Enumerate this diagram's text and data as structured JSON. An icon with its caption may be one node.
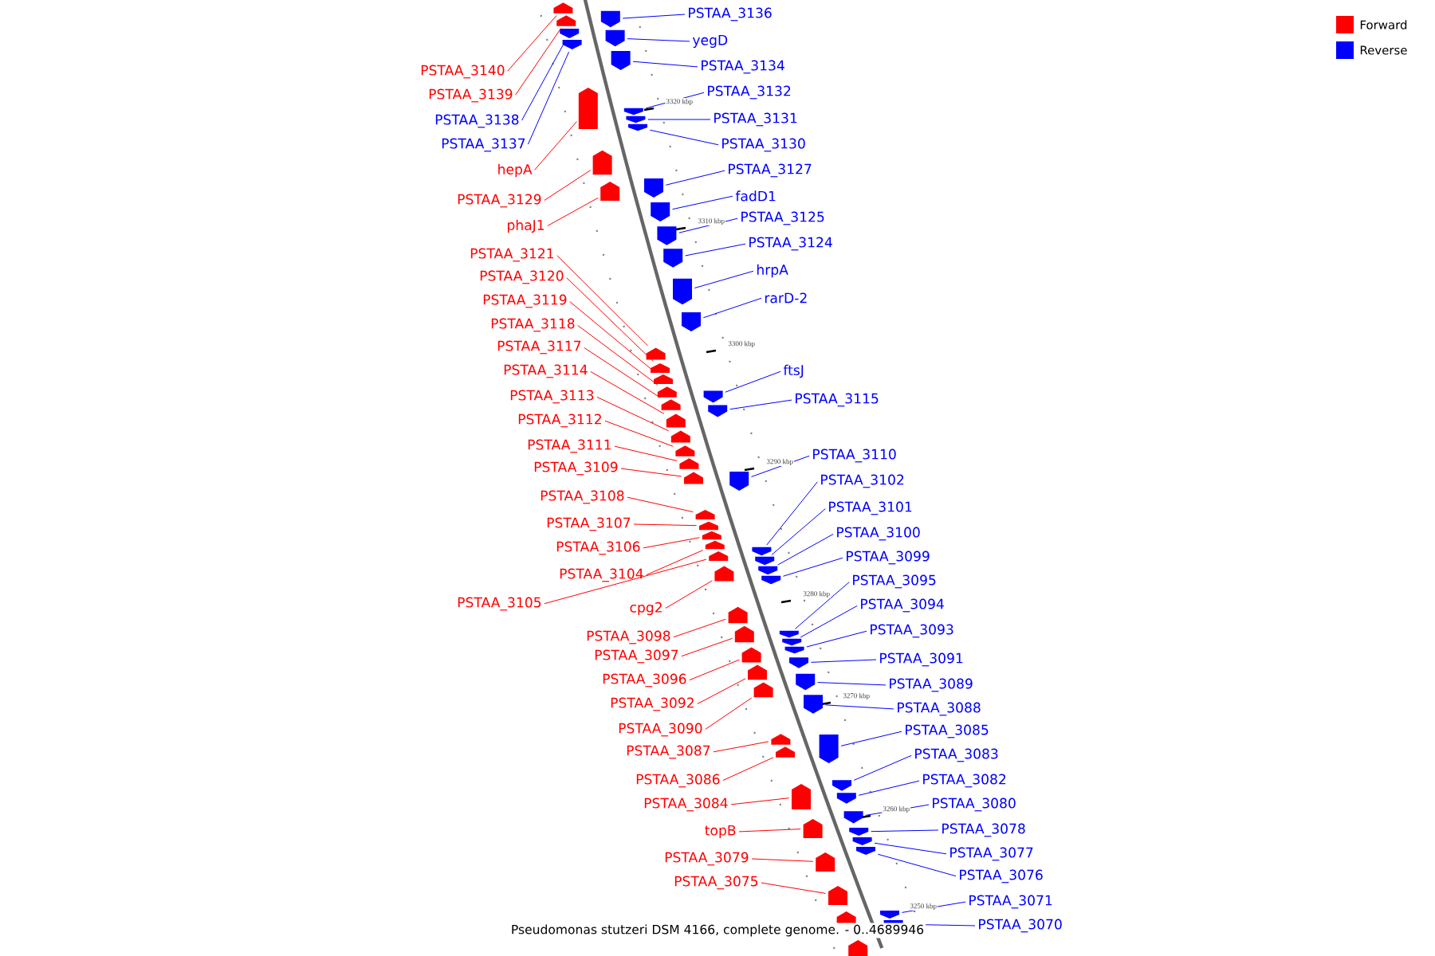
{
  "diagram": {
    "caption": "Pseudomonas stutzeri DSM 4166, complete genome. - 0..4689946",
    "nodes": [
      {
        "text": [
          "PSTAA_3140"
        ]
      },
      {
        "text": [
          "PSTAA_3139"
        ]
      },
      {
        "text": [
          "PSTAA_3138"
        ]
      },
      {
        "text": [
          "PSTAA_3137"
        ]
      },
      {
        "text": [
          "hepA"
        ]
      },
      {
        "text": [
          "PSTAA_3129"
        ]
      },
      {
        "text": [
          "phaJ1"
        ]
      },
      {
        "text": [
          "PSTAA_3121"
        ]
      },
      {
        "text": [
          "PSTAA_3120"
        ]
      },
      {
        "text": [
          "PSTAA_3119"
        ]
      },
      {
        "text": [
          "PSTAA_3118"
        ]
      },
      {
        "text": [
          "PSTAA_3117"
        ]
      },
      {
        "text": [
          "PSTAA_3114"
        ]
      },
      {
        "text": [
          "PSTAA_3113"
        ]
      },
      {
        "text": [
          "PSTAA_3112"
        ]
      },
      {
        "text": [
          "PSTAA_3111"
        ]
      },
      {
        "text": [
          "PSTAA_3109"
        ]
      },
      {
        "text": [
          "PSTAA_3108"
        ]
      },
      {
        "text": [
          "PSTAA_3107"
        ]
      },
      {
        "text": [
          "PSTAA_3106"
        ]
      },
      {
        "text": [
          "PSTAA_3104"
        ]
      },
      {
        "text": [
          "PSTAA_3105"
        ]
      },
      {
        "text": [
          "cpg2"
        ]
      },
      {
        "text": [
          "PSTAA_3098"
        ]
      },
      {
        "text": [
          "PSTAA_3097"
        ]
      },
      {
        "text": [
          "PSTAA_3096"
        ]
      },
      {
        "text": [
          "PSTAA_3092"
        ]
      },
      {
        "text": [
          "PSTAA_3090"
        ]
      },
      {
        "text": [
          "PSTAA_3087"
        ]
      },
      {
        "text": [
          "PSTAA_3086"
        ]
      },
      {
        "text": [
          "PSTAA_3084"
        ]
      },
      {
        "text": [
          "topB"
        ]
      },
      {
        "text": [
          "PSTAA_3079"
        ]
      },
      {
        "text": [
          "PSTAA_3075"
        ]
      },
      {
        "text": [
          "PSTAA_3136"
        ]
      },
      {
        "text": [
          "yegD"
        ]
      },
      {
        "text": [
          "PSTAA_3134"
        ]
      },
      {
        "text": [
          "PSTAA_3132"
        ]
      },
      {
        "text": [
          "PSTAA_3131"
        ]
      },
      {
        "text": [
          "PSTAA_3130"
        ]
      },
      {
        "text": [
          "PSTAA_3127"
        ]
      },
      {
        "text": [
          "fadD1"
        ]
      },
      {
        "text": [
          "PSTAA_3125"
        ]
      },
      {
        "text": [
          "PSTAA_3124"
        ]
      },
      {
        "text": [
          "hrpA"
        ]
      },
      {
        "text": [
          "rarD-2"
        ]
      },
      {
        "text": [
          "ftsJ"
        ]
      },
      {
        "text": [
          "PSTAA_3115"
        ]
      },
      {
        "text": [
          "PSTAA_3110"
        ]
      },
      {
        "text": [
          "PSTAA_3102"
        ]
      },
      {
        "text": [
          "PSTAA_3101"
        ]
      },
      {
        "text": [
          "PSTAA_3100"
        ]
      },
      {
        "text": [
          "PSTAA_3099"
        ]
      },
      {
        "text": [
          "PSTAA_3095"
        ]
      },
      {
        "text": [
          "PSTAA_3094"
        ]
      },
      {
        "text": [
          "PSTAA_3093"
        ]
      },
      {
        "text": [
          "PSTAA_3091"
        ]
      },
      {
        "text": [
          "PSTAA_3089"
        ]
      },
      {
        "text": [
          "PSTAA_3088"
        ]
      },
      {
        "text": [
          "PSTAA_3085"
        ]
      },
      {
        "text": [
          "PSTAA_3083"
        ]
      },
      {
        "text": [
          "PSTAA_3082"
        ]
      },
      {
        "text": [
          "PSTAA_3080"
        ]
      },
      {
        "text": [
          "PSTAA_3078"
        ]
      },
      {
        "text": [
          "PSTAA_3077"
        ]
      },
      {
        "text": [
          "PSTAA_3076"
        ]
      },
      {
        "text": [
          "PSTAA_3071"
        ]
      },
      {
        "text": [
          "PSTAA_3070"
        ]
      },
      {
        "text": [],
        "shape": "box"
      },
      {
        "text": [],
        "shape": "box"
      },
      {
        "text": [],
        "shape": "box"
      },
      {
        "text": [],
        "shape": "box"
      },
      {
        "text": [],
        "shape": "box"
      },
      {
        "text": [],
        "shape": "box"
      },
      {
        "text": [],
        "shape": "box"
      },
      {
        "text": [],
        "shape": "box"
      },
      {
        "text": [],
        "shape": "box"
      },
      {
        "text": [],
        "shape": "box"
      },
      {
        "text": [],
        "shape": "box"
      },
      {
        "text": [],
        "shape": "box"
      },
      {
        "text": [],
        "shape": "box"
      },
      {
        "text": [],
        "shape": "box"
      },
      {
        "text": [],
        "shape": "box"
      },
      {
        "text": [],
        "shape": "box"
      },
      {
        "text": [],
        "shape": "box"
      },
      {
        "text": [],
        "shape": "box"
      },
      {
        "text": [],
        "shape": "box"
      },
      {
        "text": [],
        "shape": "box"
      },
      {
        "text": [],
        "shape": "box"
      },
      {
        "text": [],
        "shape": "box"
      },
      {
        "text": [],
        "shape": "box"
      },
      {
        "text": [],
        "shape": "box"
      },
      {
        "text": [],
        "shape": "box"
      },
      {
        "text": [],
        "shape": "box"
      },
      {
        "text": [],
        "shape": "box"
      },
      {
        "text": [],
        "shape": "box"
      },
      {
        "text": [],
        "shape": "box"
      },
      {
        "text": [],
        "shape": "box"
      },
      {
        "text": [],
        "shape": "box"
      },
      {
        "text": [],
        "shape": "box"
      },
      {
        "text": [],
        "shape": "box"
      },
      {
        "text": [],
        "shape": "box"
      },
      {
        "text": [],
        "shape": "box"
      },
      {
        "text": [],
        "shape": "box"
      },
      {
        "text": [],
        "shape": "box"
      },
      {
        "text": [],
        "shape": "box"
      },
      {
        "text": [],
        "shape": "box"
      },
      {
        "text": [],
        "shape": "box"
      },
      {
        "text": [],
        "shape": "box"
      },
      {
        "text": [],
        "shape": "box"
      },
      {
        "text": [],
        "shape": "box"
      },
      {
        "text": [],
        "shape": "box"
      },
      {
        "text": [],
        "shape": "box"
      },
      {
        "text": [],
        "shape": "box"
      },
      {
        "text": [],
        "shape": "box"
      },
      {
        "text": [],
        "shape": "box"
      },
      {
        "text": [],
        "shape": "box"
      },
      {
        "text": [],
        "shape": "box"
      },
      {
        "text": [],
        "shape": "box"
      },
      {
        "text": [],
        "shape": "box"
      },
      {
        "text": [],
        "shape": "box"
      },
      {
        "text": [],
        "shape": "box"
      },
      {
        "text": [],
        "shape": "box"
      },
      {
        "text": [],
        "shape": "box"
      },
      {
        "text": [],
        "shape": "box"
      },
      {
        "text": [],
        "shape": "box"
      },
      {
        "text": [],
        "shape": "box"
      },
      {
        "text": [],
        "shape": "box"
      },
      {
        "text": [],
        "shape": "box"
      },
      {
        "text": [],
        "shape": "box"
      },
      {
        "text": [],
        "shape": "box"
      },
      {
        "text": [],
        "shape": "box"
      },
      {
        "text": [],
        "shape": "box"
      },
      {
        "text": [],
        "shape": "box"
      },
      {
        "text": [],
        "shape": "box"
      },
      {
        "text": [],
        "shape": "box"
      },
      {
        "text": [],
        "shape": "box"
      },
      {
        "text": [],
        "shape": "box"
      }
    ],
    "edges": [
      {
        "from": 0,
        "to": 68,
        "arrow": "none",
        "color": "#ff0000"
      },
      {
        "from": 1,
        "to": 69,
        "arrow": "none",
        "color": "#ff0000"
      },
      {
        "from": 2,
        "to": 70,
        "arrow": "none"
      },
      {
        "from": 3,
        "to": 71,
        "arrow": "none"
      },
      {
        "from": 4,
        "to": 72,
        "arrow": "none",
        "color": "#ff0000"
      },
      {
        "from": 5,
        "to": 73,
        "arrow": "none",
        "color": "#ff0000"
      },
      {
        "from": 6,
        "to": 74,
        "arrow": "none",
        "color": "#ff0000"
      },
      {
        "from": 7,
        "to": 75,
        "arrow": "none",
        "color": "#ff0000"
      },
      {
        "from": 8,
        "to": 76,
        "arrow": "none",
        "color": "#ff0000"
      },
      {
        "from": 9,
        "to": 77,
        "arrow": "none",
        "color": "#ff0000"
      },
      {
        "from": 10,
        "to": 78,
        "arrow": "none",
        "color": "#ff0000"
      },
      {
        "from": 11,
        "to": 79,
        "arrow": "none",
        "color": "#ff0000"
      },
      {
        "from": 12,
        "to": 80,
        "arrow": "none",
        "color": "#ff0000"
      },
      {
        "from": 13,
        "to": 81,
        "arrow": "none",
        "color": "#ff0000"
      },
      {
        "from": 14,
        "to": 82,
        "arrow": "none",
        "color": "#ff0000"
      },
      {
        "from": 15,
        "to": 83,
        "arrow": "none",
        "color": "#ff0000"
      },
      {
        "from": 16,
        "to": 84,
        "arrow": "none",
        "color": "#ff0000"
      },
      {
        "from": 17,
        "to": 85,
        "arrow": "none",
        "color": "#ff0000"
      },
      {
        "from": 18,
        "to": 86,
        "arrow": "none",
        "color": "#ff0000"
      },
      {
        "from": 19,
        "to": 87,
        "arrow": "none",
        "color": "#ff0000"
      },
      {
        "from": 20,
        "to": 88,
        "arrow": "none",
        "color": "#ff0000"
      },
      {
        "from": 21,
        "to": 89,
        "arrow": "none",
        "color": "#ff0000"
      },
      {
        "from": 22,
        "to": 90,
        "arrow": "none",
        "color": "#ff0000"
      },
      {
        "from": 23,
        "to": 91,
        "arrow": "none",
        "color": "#ff0000"
      },
      {
        "from": 24,
        "to": 92,
        "arrow": "none",
        "color": "#ff0000"
      },
      {
        "from": 25,
        "to": 93,
        "arrow": "none",
        "color": "#ff0000"
      },
      {
        "from": 26,
        "to": 94,
        "arrow": "none",
        "color": "#ff0000"
      },
      {
        "from": 27,
        "to": 95,
        "arrow": "none",
        "color": "#ff0000"
      },
      {
        "from": 28,
        "to": 96,
        "arrow": "none",
        "color": "#ff0000"
      },
      {
        "from": 29,
        "to": 97,
        "arrow": "none",
        "color": "#ff0000"
      },
      {
        "from": 30,
        "to": 98,
        "arrow": "none",
        "color": "#ff0000"
      },
      {
        "from": 31,
        "to": 99,
        "arrow": "none",
        "color": "#ff0000"
      },
      {
        "from": 32,
        "to": 100,
        "arrow": "none",
        "color": "#ff0000"
      },
      {
        "from": 33,
        "to": 101,
        "arrow": "none",
        "color": "#ff0000"
      },
      {
        "from": 34,
        "to": 102,
        "arrow": "none"
      },
      {
        "from": 35,
        "to": 103,
        "arrow": "none"
      },
      {
        "from": 36,
        "to": 104,
        "arrow": "none"
      },
      {
        "from": 37,
        "to": 105,
        "arrow": "none"
      },
      {
        "from": 38,
        "to": 106,
        "arrow": "none"
      },
      {
        "from": 39,
        "to": 107,
        "arrow": "none"
      },
      {
        "from": 40,
        "to": 108,
        "arrow": "none"
      },
      {
        "from": 41,
        "to": 109,
        "arrow": "none"
      },
      {
        "from": 42,
        "to": 110,
        "arrow": "none"
      },
      {
        "from": 43,
        "to": 111,
        "arrow": "none"
      },
      {
        "from": 44,
        "to": 112,
        "arrow": "none"
      },
      {
        "from": 45,
        "to": 113,
        "arrow": "none"
      },
      {
        "from": 46,
        "to": 114,
        "arrow": "none"
      },
      {
        "from": 47,
        "to": 115,
        "arrow": "none"
      },
      {
        "from": 48,
        "to": 116,
        "arrow": "none"
      },
      {
        "from": 49,
        "to": 117,
        "arrow": "none"
      },
      {
        "from": 50,
        "to": 118,
        "arrow": "none"
      },
      {
        "from": 51,
        "to": 119,
        "arrow": "none"
      },
      {
        "from": 52,
        "to": 120,
        "arrow": "none"
      },
      {
        "from": 53,
        "to": 121,
        "arrow": "none"
      },
      {
        "from": 54,
        "to": 122,
        "arrow": "none"
      },
      {
        "from": 55,
        "to": 123,
        "arrow": "none"
      },
      {
        "from": 56,
        "to": 124,
        "arrow": "none"
      },
      {
        "from": 57,
        "to": 125,
        "arrow": "none"
      },
      {
        "from": 58,
        "to": 126,
        "arrow": "none"
      },
      {
        "from": 59,
        "to": 127,
        "arrow": "none"
      },
      {
        "from": 60,
        "to": 128,
        "arrow": "none"
      },
      {
        "from": 61,
        "to": 129,
        "arrow": "none"
      },
      {
        "from": 62,
        "to": 130,
        "arrow": "none"
      },
      {
        "from": 63,
        "to": 131,
        "arrow": "none"
      },
      {
        "from": 64,
        "to": 132,
        "arrow": "none"
      },
      {
        "from": 65,
        "to": 133,
        "arrow": "none"
      },
      {
        "from": 66,
        "to": 134,
        "arrow": "none"
      },
      {
        "from": 67,
        "to": 135,
        "arrow": "none"
      }
    ],
    "labels": [
      "3320 kbp",
      "3310 kbp",
      "3300 kbp",
      "3290 kbp",
      "3280 kbp",
      "3270 kbp",
      "3260 kbp",
      "3250 kbp"
    ],
    "legend": [
      {
        "text": "Forward",
        "color": "#ff0000"
      },
      {
        "text": "Reverse",
        "color": "#0000ff"
      }
    ]
  }
}
